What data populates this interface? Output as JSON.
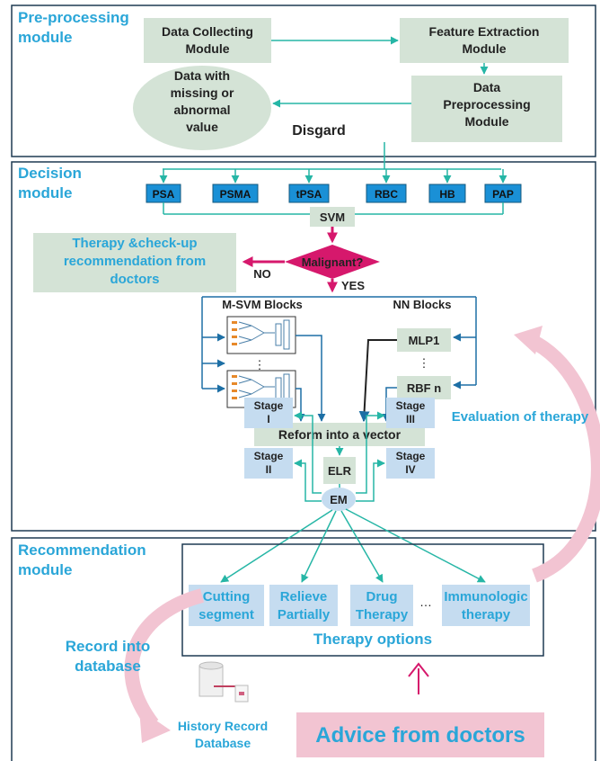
{
  "modules": {
    "preprocessing": "Pre-processing\nmodule",
    "decision": "Decision\nmodule",
    "recommendation": "Recommendation\nmodule"
  },
  "preprocessing": {
    "data_collecting": "Data Collecting\nModule",
    "feature_extraction": "Feature Extraction\nModule",
    "data_preprocessing": "Data\nPreprocessing\nModule",
    "missing_data": "Data with\nmissing or\nabnormal\nvalue",
    "disgard": "Disgard"
  },
  "decision": {
    "features": [
      "PSA",
      "PSMA",
      "tPSA",
      "RBC",
      "HB",
      "PAP"
    ],
    "svm": "SVM",
    "malignant": "Malignant?",
    "no": "NO",
    "yes": "YES",
    "therapy_checkup": "Therapy &check-up\nrecommendation from\ndoctors",
    "msvm_blocks": "M-SVM Blocks",
    "nn_blocks": "NN Blocks",
    "mlp": "MLP1",
    "ellipsis": "⋮",
    "rbf": "RBF n",
    "reform": "Reform into a vector",
    "elr": "ELR",
    "em": "EM",
    "stage_1": "Stage\nI",
    "stage_2": "Stage\nII",
    "stage_3": "Stage\nIII",
    "stage_4": "Stage\nIV",
    "evaluation": "Evaluation of therapy"
  },
  "recommendation": {
    "options": [
      "Cutting\nsegment",
      "Relieve\nPartially",
      "Drug\nTherapy",
      "Immunologic\ntherapy"
    ],
    "ellipsis": "…",
    "therapy_options": "Therapy options",
    "record_into_db": "Record into\ndatabase",
    "history_db": "History Record\nDatabase",
    "advice": "Advice from doctors"
  },
  "colors": {
    "module_title": "#2aa6d8",
    "green_box": "#d4e3d6",
    "blue_box": "#1a90d6",
    "stage_box": "#c5dcf0",
    "teal_arrow": "#26b6a6",
    "dark_arrow": "#1d6fa5",
    "magenta": "#d6186c",
    "pink": "#f2c4d2",
    "border": "#1e3a52"
  }
}
